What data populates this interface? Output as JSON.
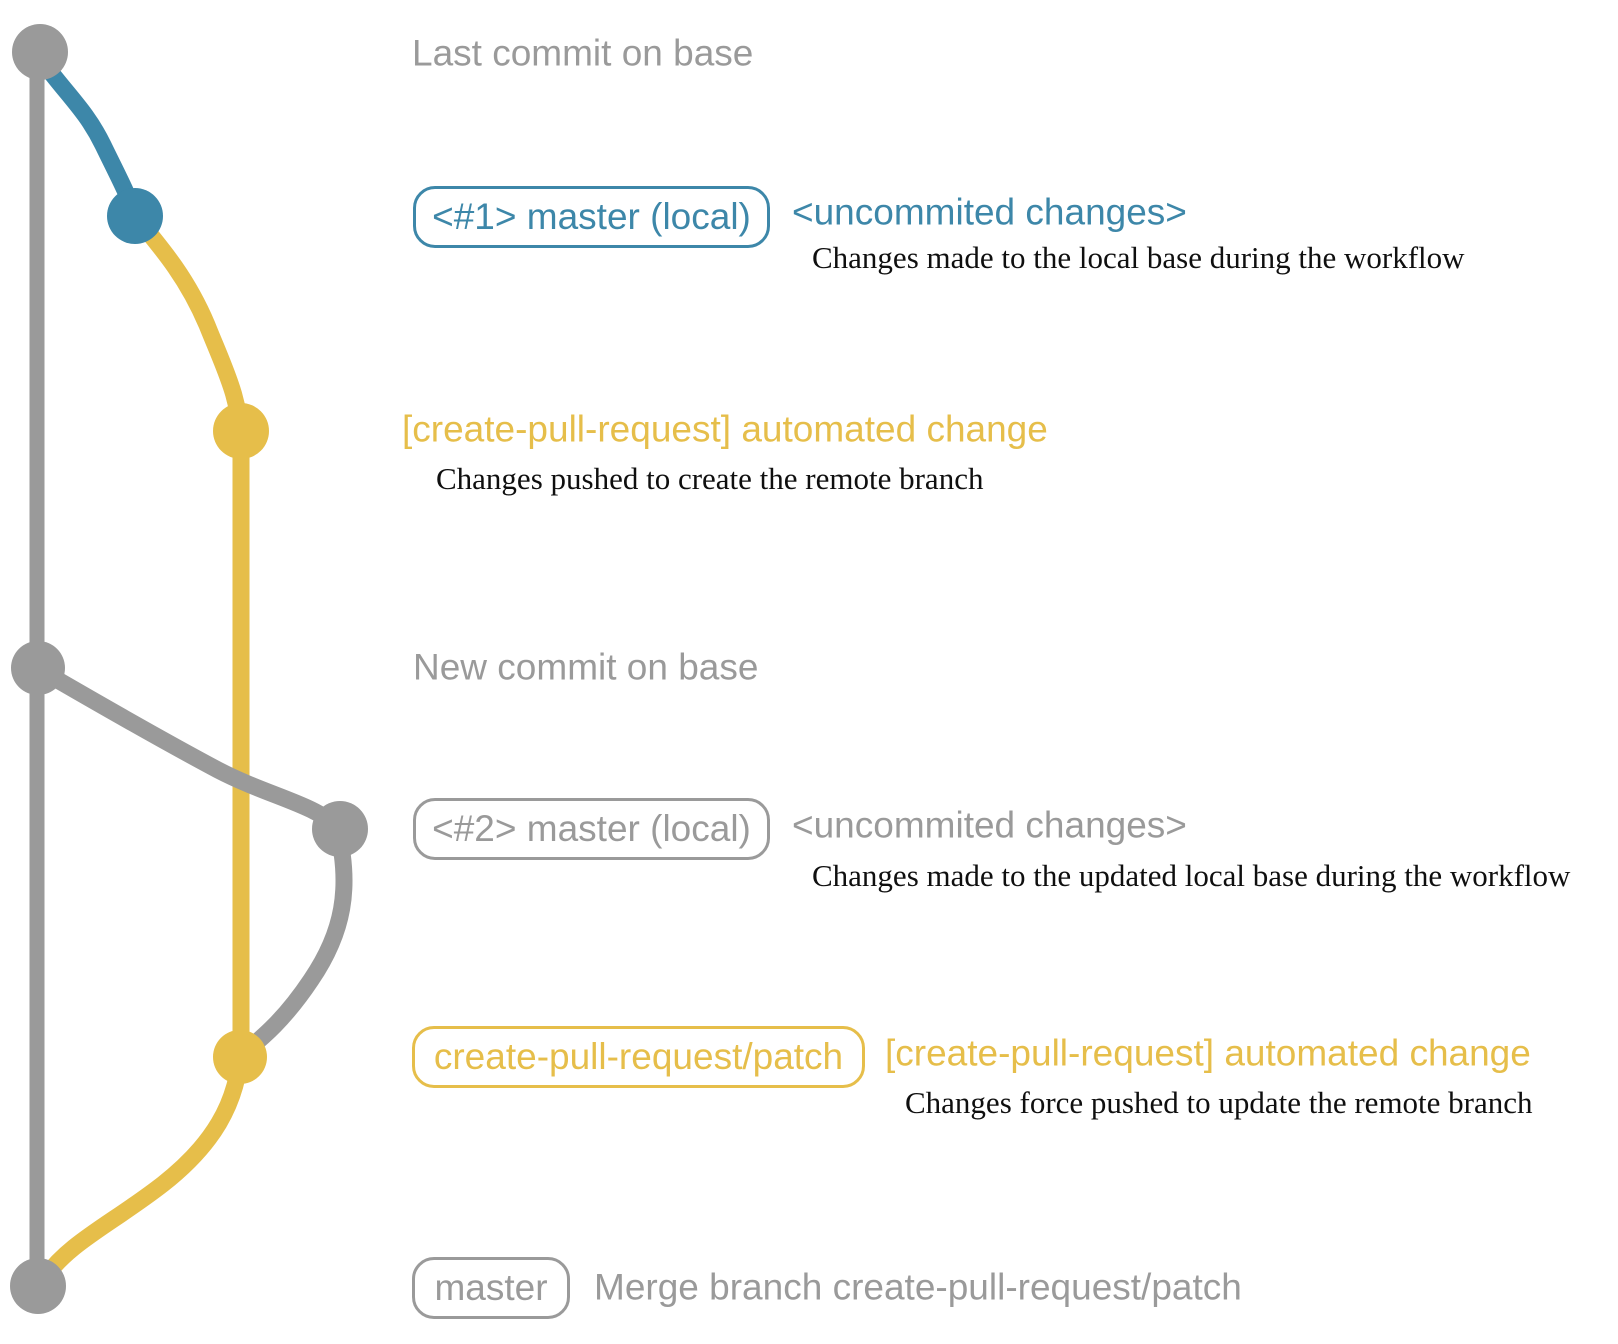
{
  "colors": {
    "gray": "#9a9a9a",
    "blue": "#3d87a9",
    "yellow": "#e6be4a",
    "ink": "#0f0f0f"
  },
  "graph": {
    "nodes": [
      {
        "name": "last-commit-on-base",
        "color": "gray"
      },
      {
        "name": "local-commit-1",
        "color": "blue"
      },
      {
        "name": "remote-branch-commit-1",
        "color": "yellow"
      },
      {
        "name": "new-commit-on-base",
        "color": "gray"
      },
      {
        "name": "local-commit-2",
        "color": "gray"
      },
      {
        "name": "remote-branch-commit-2",
        "color": "yellow"
      },
      {
        "name": "merge-commit",
        "color": "gray"
      }
    ]
  },
  "annotations": {
    "last_commit": {
      "label": "Last commit on base"
    },
    "commit1": {
      "badge": "<#1> master (local)",
      "message": "<uncommited changes>",
      "description": "Changes made to the local base during the workflow"
    },
    "push1": {
      "message": "[create-pull-request] automated change",
      "description": "Changes pushed to create the remote branch"
    },
    "new_commit": {
      "label": "New commit on base"
    },
    "commit2": {
      "badge": "<#2> master (local)",
      "message": "<uncommited changes>",
      "description": "Changes made to the updated local base during the workflow"
    },
    "push2": {
      "badge": "create-pull-request/patch",
      "message": "[create-pull-request] automated change",
      "description": "Changes force pushed to update the remote branch"
    },
    "merge": {
      "badge": "master",
      "message": "Merge branch create-pull-request/patch"
    }
  }
}
